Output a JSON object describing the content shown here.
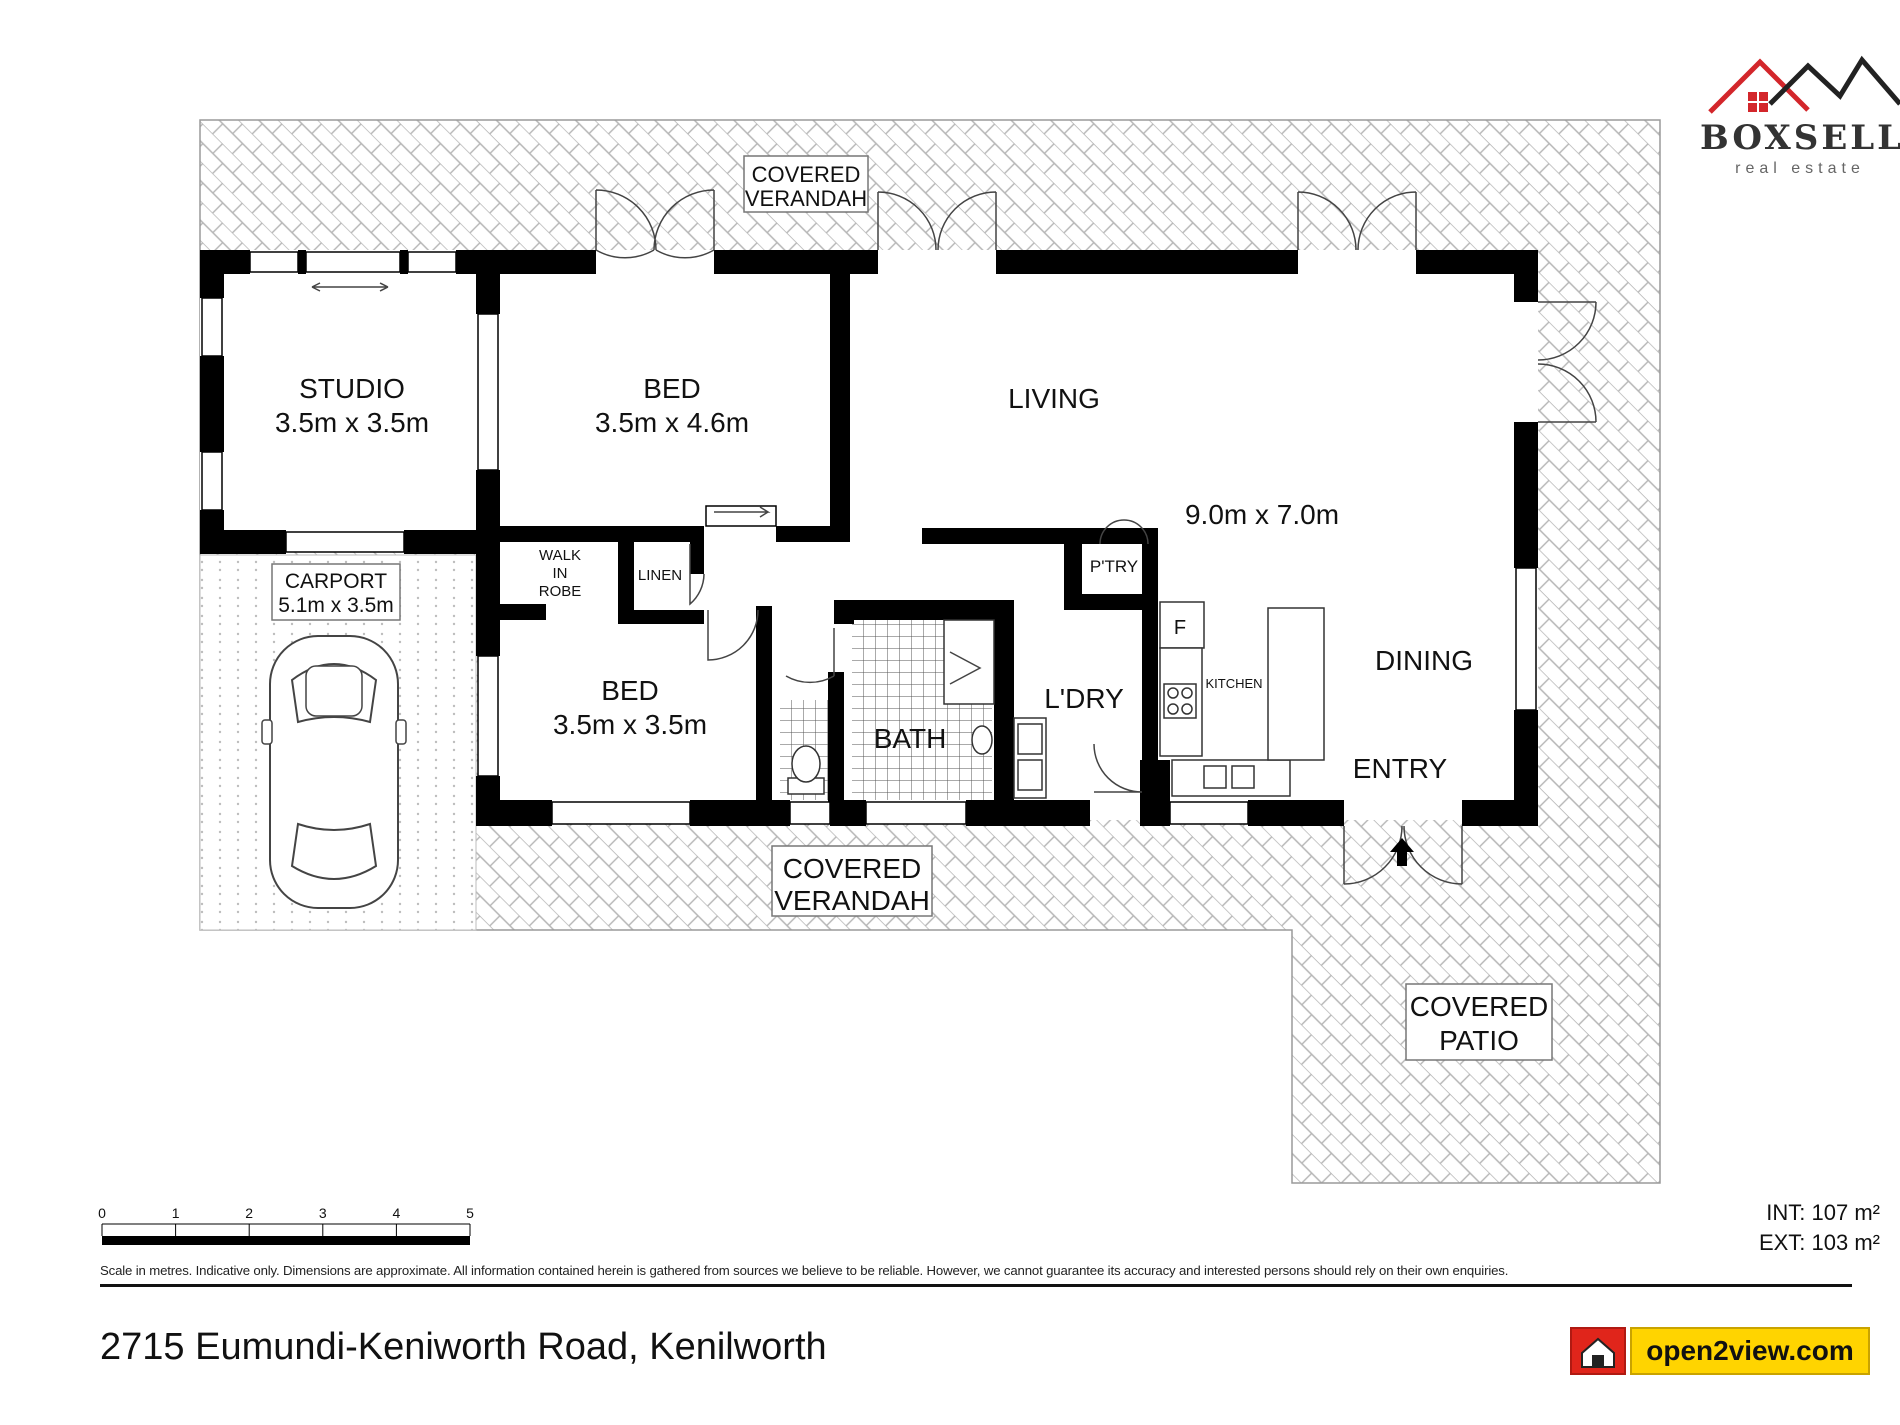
{
  "brand": {
    "name": "BOXSELLS",
    "subtitle": "real estate",
    "colors": {
      "roof_red": "#d3262b",
      "roof_black": "#222222",
      "text": "#333333"
    }
  },
  "rooms": {
    "studio": {
      "name": "STUDIO",
      "dims": "3.5m x 3.5m"
    },
    "bed1": {
      "name": "BED",
      "dims": "3.5m x 4.6m"
    },
    "living": {
      "name": "LIVING",
      "dims": "9.0m x 7.0m"
    },
    "dining": {
      "name": "DINING"
    },
    "entry": {
      "name": "ENTRY"
    },
    "kitchen": {
      "name": "KITCHEN"
    },
    "pantry": {
      "name": "P'TRY"
    },
    "fridge": {
      "name": "F"
    },
    "laundry": {
      "name": "L'DRY"
    },
    "bath": {
      "name": "BATH"
    },
    "linen": {
      "name": "LINEN"
    },
    "walk_in_robe": {
      "line1": "WALK",
      "line2": "IN",
      "line3": "ROBE"
    },
    "bed2": {
      "name": "BED",
      "dims": "3.5m x 3.5m"
    },
    "carport": {
      "name": "CARPORT",
      "dims": "5.1m x 3.5m"
    },
    "verandah_top": {
      "line1": "COVERED",
      "line2": "VERANDAH"
    },
    "verandah_bottom": {
      "line1": "COVERED",
      "line2": "VERANDAH"
    },
    "patio": {
      "line1": "COVERED",
      "line2": "PATIO"
    }
  },
  "scale_bar": {
    "ticks": [
      "0",
      "1",
      "2",
      "3",
      "4",
      "5"
    ],
    "unit": "metres"
  },
  "areas": {
    "internal": "INT: 107 m²",
    "external": "EXT: 103 m²"
  },
  "disclaimer": "Scale in metres. Indicative only. Dimensions are approximate. All information contained herein is gathered from sources we believe to be reliable. However, we cannot guarantee its accuracy and interested persons should rely on their own enquiries.",
  "address": "2715 Eumundi-Keniworth Road, Kenilworth",
  "partner": {
    "name": "open2view.com",
    "colors": {
      "red": "#e0251b",
      "yellow": "#ffd400"
    }
  }
}
